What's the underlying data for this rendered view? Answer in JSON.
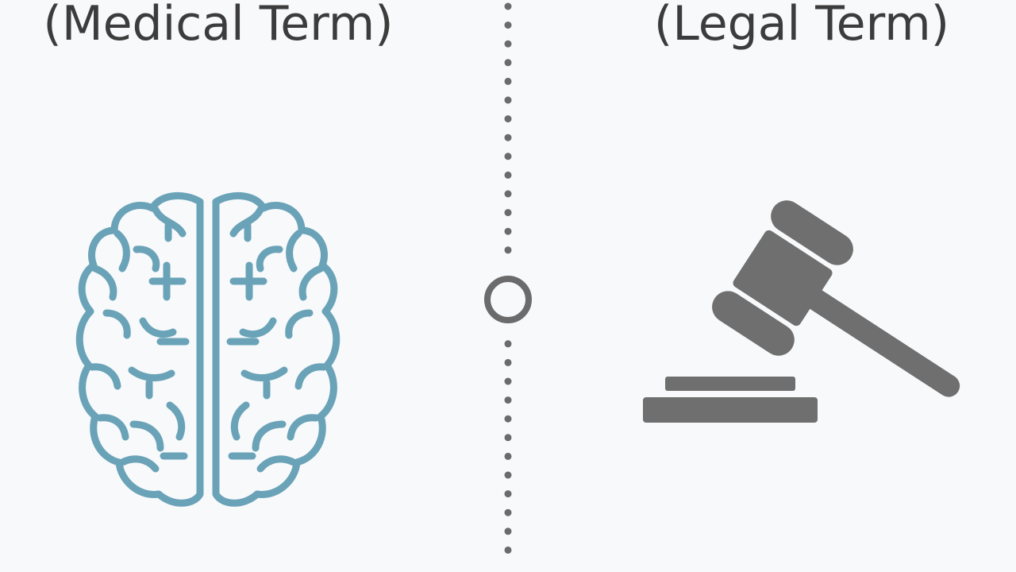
{
  "left": {
    "label": "(Medical Term)",
    "icon": "brain-icon"
  },
  "right": {
    "label": "(Legal Term)",
    "icon": "gavel-icon"
  },
  "divider": {
    "style": "dotted",
    "node": "circle-node"
  },
  "colors": {
    "background": "#f7f9fb",
    "text": "#3c3c3c",
    "brain": "#6aa3b8",
    "gavel": "#6f6f6f",
    "divider": "#6b6b6b"
  }
}
